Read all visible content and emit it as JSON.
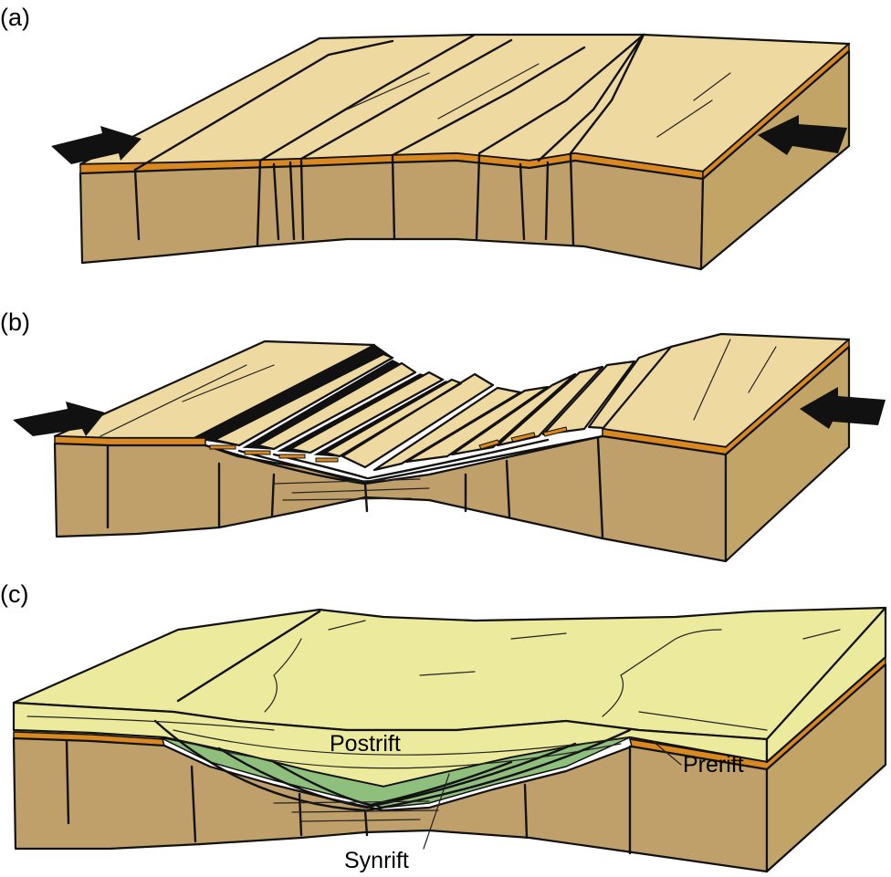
{
  "panels": [
    {
      "label": "(a)"
    },
    {
      "label": "(b)"
    },
    {
      "label": "(c)"
    }
  ],
  "labels": {
    "postrift": "Postrift",
    "prerift": "Prerift",
    "synrift": "Synrift"
  },
  "colors": {
    "surface": "#eed9a0",
    "side": "#c1a466",
    "front": "#bfa06a",
    "orange_layer": "#d9891f",
    "postrift_yellow": "#ecea9c",
    "synrift_green": "#8fbf7c",
    "fault_black": "#111111",
    "arrow": "#111111"
  },
  "icons": [
    "extension-arrow-left",
    "extension-arrow-right"
  ]
}
